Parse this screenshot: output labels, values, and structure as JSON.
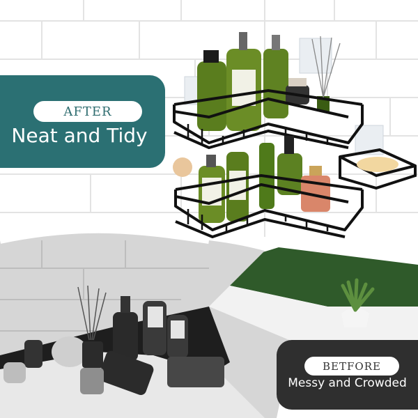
{
  "after": {
    "label": "AFTER",
    "caption": "Neat and Tidy"
  },
  "before": {
    "label": "BETFORE",
    "caption": "Messy and Crowded"
  },
  "colors": {
    "after_panel": "#2b7073",
    "before_panel": "#2f2f2f",
    "rack": "#111111",
    "counter_green": "#2f5a2a"
  }
}
